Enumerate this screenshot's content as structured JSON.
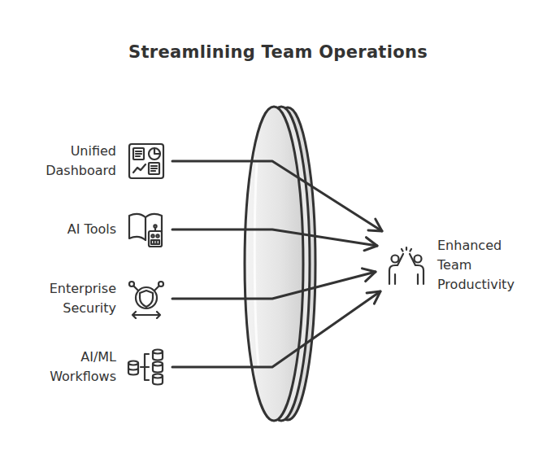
{
  "diagram": {
    "title": "Streamlining Team Operations",
    "nodes": [
      {
        "text": [
          "Unified Dashboard"
        ]
      },
      {
        "text": [
          "AI Tools"
        ]
      },
      {
        "text": [
          "Enterprise Security"
        ]
      },
      {
        "text": [
          "AI/ML Workflows"
        ]
      },
      {
        "text": [
          "Enhanced Team Productivity"
        ]
      }
    ],
    "edges": [
      {
        "from": 0,
        "to": 4,
        "arrow": "to"
      },
      {
        "from": 1,
        "to": 4,
        "arrow": "to"
      },
      {
        "from": 2,
        "to": 4,
        "arrow": "to"
      },
      {
        "from": 3,
        "to": 4,
        "arrow": "to"
      }
    ]
  }
}
